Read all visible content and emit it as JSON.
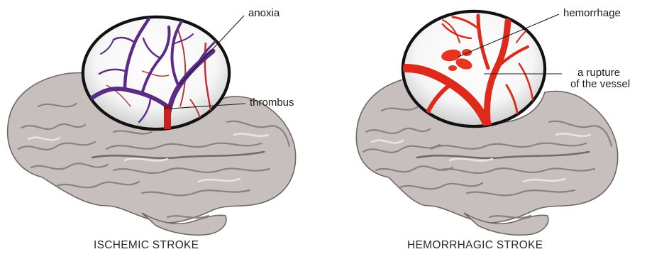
{
  "panels": {
    "ischemic": {
      "caption": "ISCHEMIC STROKE",
      "labels": {
        "anoxia": "anoxia",
        "thrombus": "thrombus"
      },
      "colors": {
        "vessel": "#5b2b86",
        "clot": "#cc1f1f",
        "brain": "#c7bfbd"
      }
    },
    "hemorrhagic": {
      "caption": "HEMORRHAGIC STROKE",
      "labels": {
        "hemorrhage": "hemorrhage",
        "rupture_line1": "a rupture",
        "rupture_line2": "of the vessel"
      },
      "colors": {
        "vessel": "#dd2a1a",
        "blood": "#e8361e",
        "brain": "#c7bfbd"
      }
    }
  }
}
